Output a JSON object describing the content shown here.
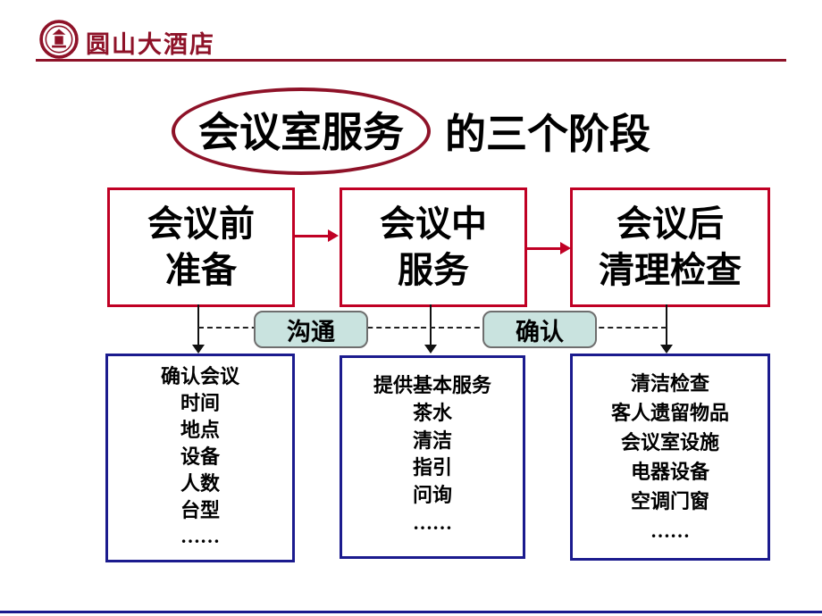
{
  "header": {
    "brand": "圆山大酒店"
  },
  "title": {
    "circled": "会议室服务",
    "rest": "的三个阶段"
  },
  "stages": [
    {
      "title_line1": "会议前",
      "title_line2": "准备",
      "details": [
        "确认会议",
        "时间",
        "地点",
        "设备",
        "人数",
        "台型",
        "……"
      ]
    },
    {
      "title_line1": "会议中",
      "title_line2": "服务",
      "details": [
        "提供基本服务",
        "茶水",
        "清洁",
        "指引",
        "问询",
        "……"
      ]
    },
    {
      "title_line1": "会议后",
      "title_line2": "清理检查",
      "details": [
        "清洁检查",
        "客人遗留物品",
        "会议室设施",
        "电器设备",
        "空调门窗",
        "……"
      ]
    }
  ],
  "connectors": {
    "communication": "沟通",
    "confirmation": "确认"
  },
  "colors": {
    "dark_red": "#8E1228",
    "red": "#C00024",
    "navy": "#1B1B8E",
    "label_bg": "#C9E3DF"
  }
}
